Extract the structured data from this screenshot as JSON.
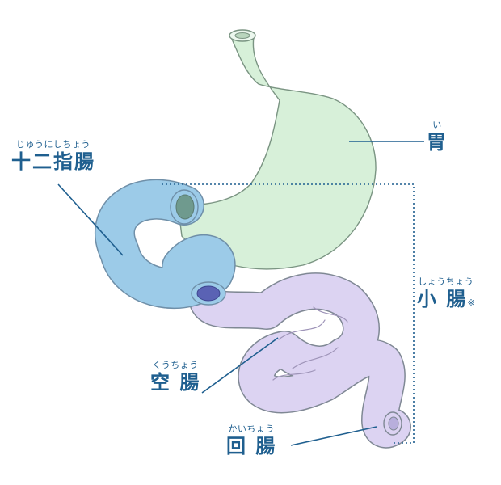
{
  "labels": {
    "stomach": {
      "ruby": "い",
      "name": "胃"
    },
    "duodenum": {
      "ruby": "じゅうにしちょう",
      "name": "十二指腸"
    },
    "small_intestine": {
      "ruby": "しょうちょう",
      "name": "小 腸",
      "note": "※"
    },
    "jejunum": {
      "ruby": "くうちょう",
      "name": "空 腸"
    },
    "ileum": {
      "ruby": "かいちょう",
      "name": "回 腸"
    }
  },
  "colors": {
    "stomach": "#d7f0d9",
    "duodenum": "#9ccbe8",
    "intestine": "#dcd3f2",
    "label_text": "#1f5f8f",
    "outline": "#8a96a0"
  }
}
